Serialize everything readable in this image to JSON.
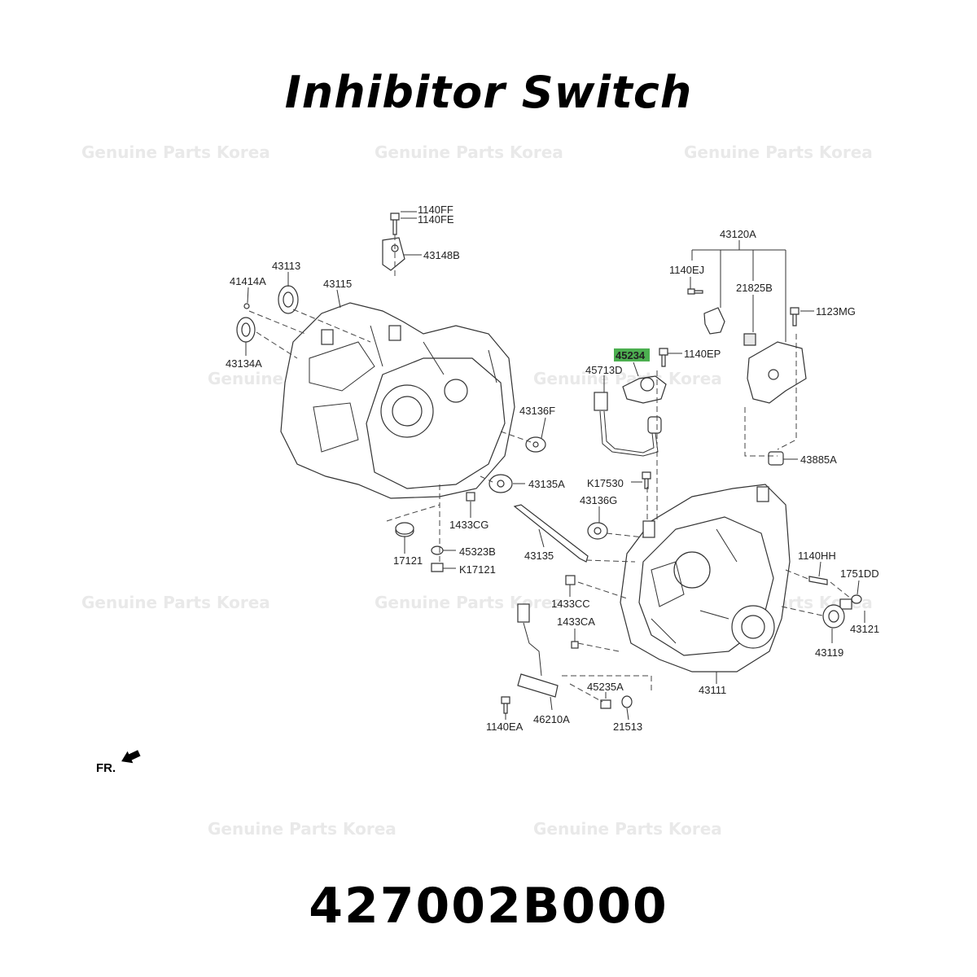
{
  "title": "Inhibitor Switch",
  "part_number": "427002B000",
  "watermark": "Genuine Parts Korea",
  "highlight_color": "#4caf50",
  "front_indicator": "FR.",
  "labels": {
    "l1140FF": "1140FF",
    "l1140FE": "1140FE",
    "l43148B": "43148B",
    "l43113": "43113",
    "l41414A": "41414A",
    "l43115": "43115",
    "l43134A": "43134A",
    "l43120A": "43120A",
    "l1140EJ": "1140EJ",
    "l21825B": "21825B",
    "l1123MG": "1123MG",
    "l45234": "45234",
    "l1140EP": "1140EP",
    "l45713D": "45713D",
    "l43136F": "43136F",
    "l43885A": "43885A",
    "l43135A": "43135A",
    "lK17530": "K17530",
    "l43136G": "43136G",
    "l1433CG": "1433CG",
    "l17121": "17121",
    "l45323B": "45323B",
    "lK17121": "K17121",
    "l43135": "43135",
    "l1140HH": "1140HH",
    "l1751DD": "1751DD",
    "l1433CC": "1433CC",
    "l1433CA": "1433CA",
    "l43121": "43121",
    "l43119": "43119",
    "l43111": "43111",
    "l45235A": "45235A",
    "l21513": "21513",
    "l1140EA": "1140EA",
    "l46210A": "46210A"
  }
}
